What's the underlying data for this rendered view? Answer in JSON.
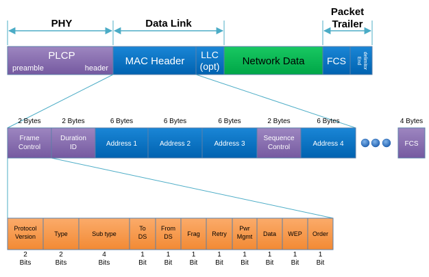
{
  "top": {
    "sections": {
      "phy": "PHY",
      "datalink": "Data Link",
      "trailer_line1": "Packet",
      "trailer_line2": "Trailer"
    },
    "blocks": {
      "plcp": "PLCP",
      "preamble": "preamble",
      "header": "header",
      "mac_header": "MAC Header",
      "llc_line1": "LLC",
      "llc_line2": "(opt)",
      "network_data": "Network Data",
      "fcs": "FCS",
      "end_line1": "End",
      "end_line2": "delimitor"
    }
  },
  "mac_fields": [
    {
      "size": "2 Bytes",
      "lines": [
        "Frame",
        "Control"
      ],
      "color": "purple"
    },
    {
      "size": "2 Bytes",
      "lines": [
        "Duration",
        "ID"
      ],
      "color": "purple"
    },
    {
      "size": "6 Bytes",
      "lines": [
        "Address 1"
      ],
      "color": "blue"
    },
    {
      "size": "6 Bytes",
      "lines": [
        "Address 2"
      ],
      "color": "blue"
    },
    {
      "size": "6 Bytes",
      "lines": [
        "Address 3"
      ],
      "color": "blue"
    },
    {
      "size": "2 Bytes",
      "lines": [
        "Sequence",
        "Control"
      ],
      "color": "purple"
    },
    {
      "size": "6 Bytes",
      "lines": [
        "Address 4"
      ],
      "color": "blue"
    },
    {
      "size": "4 Bytes",
      "lines": [
        "FCS"
      ],
      "color": "purple"
    }
  ],
  "fc_fields": [
    {
      "lines": [
        "Protocol",
        "Version"
      ],
      "bits": [
        "2",
        "Bits"
      ]
    },
    {
      "lines": [
        "Type"
      ],
      "bits": [
        "2",
        "Bits"
      ]
    },
    {
      "lines": [
        "Sub type"
      ],
      "bits": [
        "4",
        "Bits"
      ]
    },
    {
      "lines": [
        "To",
        "DS"
      ],
      "bits": [
        "1",
        "Bit"
      ]
    },
    {
      "lines": [
        "From",
        "DS"
      ],
      "bits": [
        "1",
        "Bit"
      ]
    },
    {
      "lines": [
        "Frag"
      ],
      "bits": [
        "1",
        "Bit"
      ]
    },
    {
      "lines": [
        "Retry"
      ],
      "bits": [
        "1",
        "Bit"
      ]
    },
    {
      "lines": [
        "Pwr",
        "Mgmt"
      ],
      "bits": [
        "1",
        "Bit"
      ]
    },
    {
      "lines": [
        "Data"
      ],
      "bits": [
        "1",
        "Bit"
      ]
    },
    {
      "lines": [
        "WEP"
      ],
      "bits": [
        "1",
        "Bit"
      ]
    },
    {
      "lines": [
        "Order"
      ],
      "bits": [
        "1",
        "Bit"
      ]
    }
  ],
  "colors": {
    "purple": "#8064a2",
    "blue": "#0070c0",
    "green": "#00b050",
    "orange": "#f79646",
    "arrow": "#4bacc6",
    "border": "#5b7fa8",
    "dot": "#2e6eb5"
  }
}
